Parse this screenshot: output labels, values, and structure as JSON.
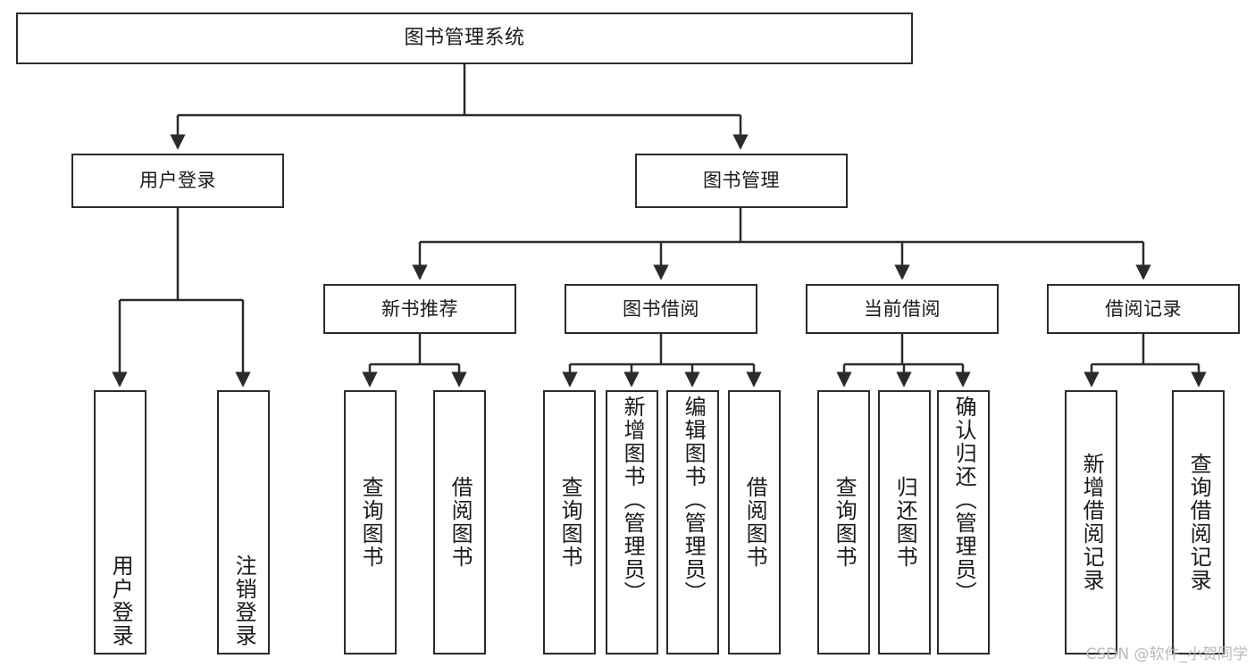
{
  "diagram": {
    "title": "图书管理系统",
    "watermark": "CSDN @软件_小贺同学",
    "colors": {
      "stroke": "#2b2b2b",
      "fill": "#ffffff",
      "text": "#1a1a1a",
      "watermark": "#b9b9b9"
    },
    "root": {
      "label": "图书管理系统"
    },
    "level1": [
      {
        "label": "用户登录"
      },
      {
        "label": "图书管理"
      }
    ],
    "level2": [
      {
        "label": "新书推荐"
      },
      {
        "label": "图书借阅"
      },
      {
        "label": "当前借阅"
      },
      {
        "label": "借阅记录"
      }
    ],
    "leaves": {
      "user_login": [
        {
          "label": "用户登录"
        },
        {
          "label": "注销登录"
        }
      ],
      "new_book": [
        {
          "label": "查询图书"
        },
        {
          "label": "借阅图书"
        }
      ],
      "borrow_book": [
        {
          "label": "查询图书"
        },
        {
          "label": "新增图书（管理员）"
        },
        {
          "label": "编辑图书（管理员）"
        },
        {
          "label": "借阅图书"
        }
      ],
      "current_borrow": [
        {
          "label": "查询图书"
        },
        {
          "label": "归还图书"
        },
        {
          "label": "确认归还（管理员）"
        }
      ],
      "borrow_record": [
        {
          "label": "新增借阅记录"
        },
        {
          "label": "查询借阅记录"
        }
      ]
    }
  }
}
